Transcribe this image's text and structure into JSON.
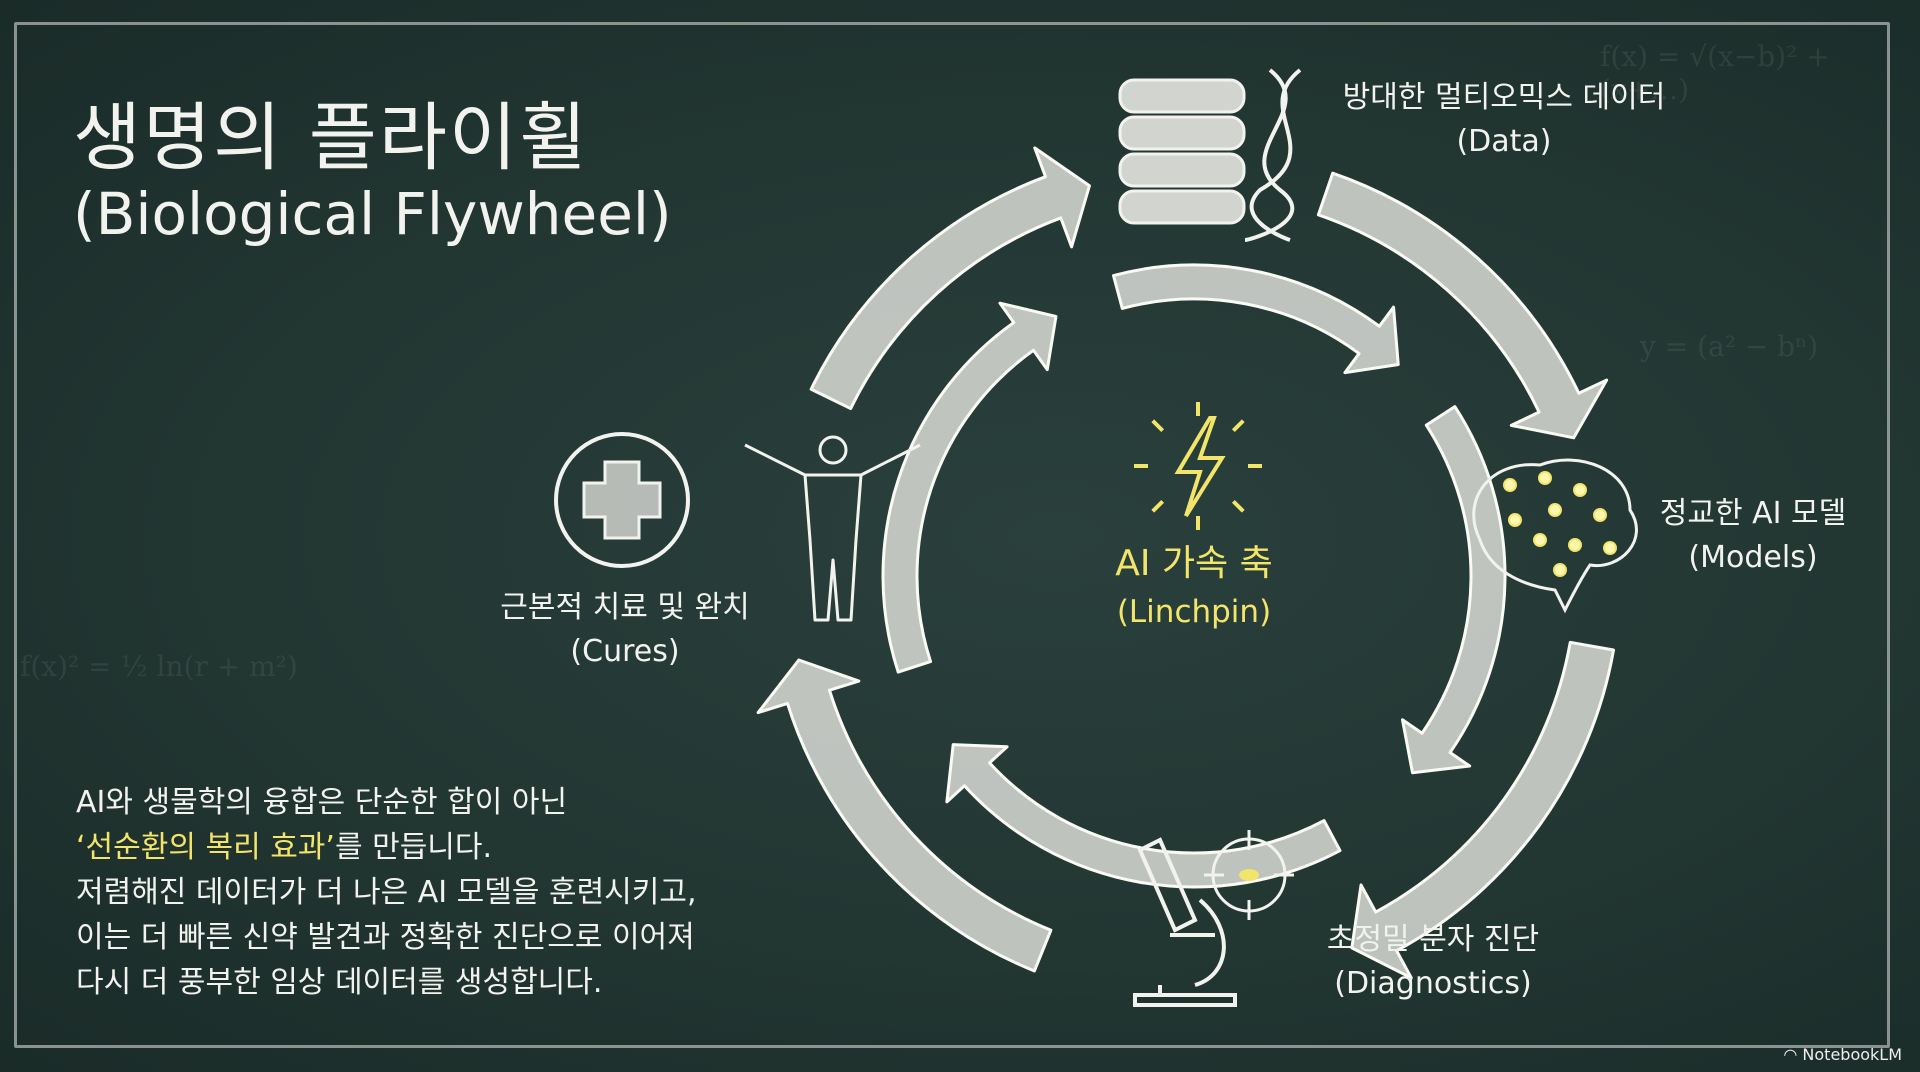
{
  "title": "생명의 플라이휠",
  "subtitle": "(Biological Flywheel)",
  "center": {
    "title": "AI 가속 축",
    "subtitle": "(Linchpin)",
    "icon": "lightning-icon"
  },
  "nodes": {
    "data": {
      "title": "방대한 멀티오믹스 데이터",
      "subtitle": "(Data)",
      "icons": [
        "database-icon",
        "dna-icon"
      ]
    },
    "models": {
      "title": "정교한 AI 모델",
      "subtitle": "(Models)",
      "icon": "brain-icon"
    },
    "diagnostics": {
      "title": "초정밀 분자 진단",
      "subtitle": "(Diagnostics)",
      "icons": [
        "microscope-icon",
        "target-icon"
      ]
    },
    "cures": {
      "title": "근본적 치료 및 완치",
      "subtitle": "(Cures)",
      "icons": [
        "medical-cross-icon",
        "human-figure-icon"
      ]
    }
  },
  "paragraph": {
    "line1": "AI와 생물학의 융합은 단순한 합이 아닌",
    "line2_highlight": "‘선순환의 복리 효과’",
    "line2_rest": "를 만듭니다.",
    "line3": "저렴해진 데이터가 더 나은 AI 모델을 훈련시키고,",
    "line4": "이는 더 빠른 신약 발견과 정확한 진단으로 이어져",
    "line5": "다시 더 풍부한 임상 데이터를 생성합니다."
  },
  "watermark": "NotebookLM",
  "colors": {
    "background": "#223632",
    "chalk": "#f2f2ee",
    "highlight": "#f3e46a"
  }
}
